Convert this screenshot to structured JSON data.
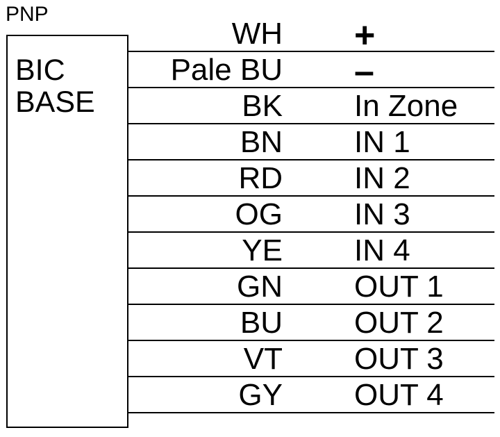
{
  "type_label": "PNP",
  "base": {
    "line1": "BIC",
    "line2": "BASE"
  },
  "pins": [
    {
      "wire": "WH",
      "signal": "+"
    },
    {
      "wire": "Pale BU",
      "signal": "–"
    },
    {
      "wire": "BK",
      "signal": "In Zone"
    },
    {
      "wire": "BN",
      "signal": "IN 1"
    },
    {
      "wire": "RD",
      "signal": "IN 2"
    },
    {
      "wire": "OG",
      "signal": "IN 3"
    },
    {
      "wire": "YE",
      "signal": "IN 4"
    },
    {
      "wire": "GN",
      "signal": "OUT 1"
    },
    {
      "wire": "BU",
      "signal": "OUT 2"
    },
    {
      "wire": "VT",
      "signal": "OUT 3"
    },
    {
      "wire": "GY",
      "signal": "OUT 4"
    }
  ]
}
